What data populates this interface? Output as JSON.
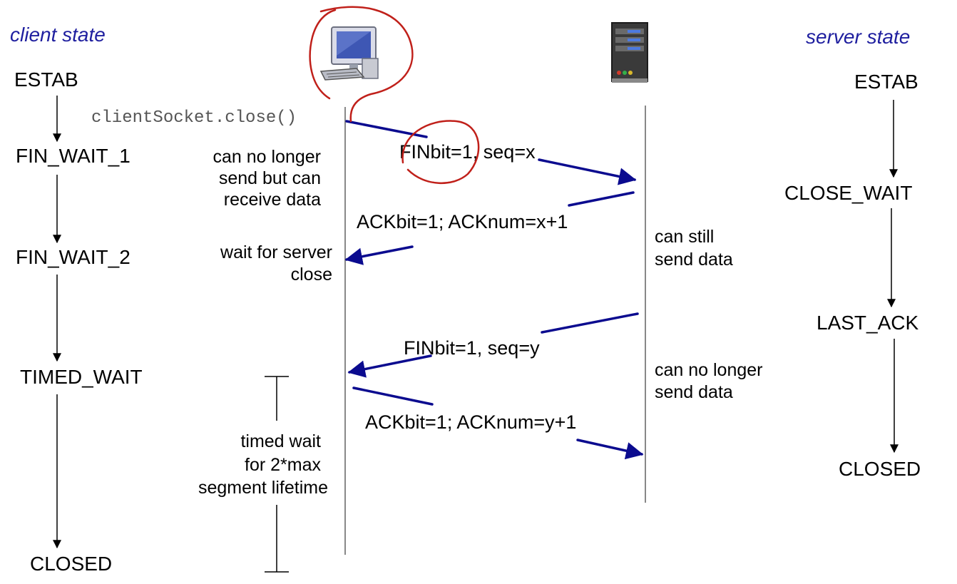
{
  "headers": {
    "client": "client state",
    "server": "server state"
  },
  "client_states": [
    "ESTAB",
    "FIN_WAIT_1",
    "FIN_WAIT_2",
    "TIMED_WAIT",
    "CLOSED"
  ],
  "server_states": [
    "ESTAB",
    "CLOSE_WAIT",
    "LAST_ACK",
    "CLOSED"
  ],
  "code_call": "clientSocket.close()",
  "messages": {
    "fin1": "FINbit=1, seq=x",
    "ack1": "ACKbit=1; ACKnum=x+1",
    "fin2": "FINbit=1, seq=y",
    "ack2": "ACKbit=1; ACKnum=y+1"
  },
  "client_notes": {
    "no_send": [
      "can no longer",
      "send but can",
      "receive data"
    ],
    "wait_close": [
      "wait for server",
      "close"
    ],
    "timed_wait": [
      "timed wait",
      "for 2*max",
      "segment lifetime"
    ]
  },
  "server_notes": {
    "still_send": [
      "can still",
      "send data"
    ],
    "no_send": [
      "can no longer",
      "send data"
    ]
  },
  "icons": {
    "client": "desktop-computer-icon",
    "server": "server-tower-icon"
  },
  "colors": {
    "arrow": "#0b0b8f",
    "annotation": "#c0201a",
    "header": "#1f1f9f"
  }
}
